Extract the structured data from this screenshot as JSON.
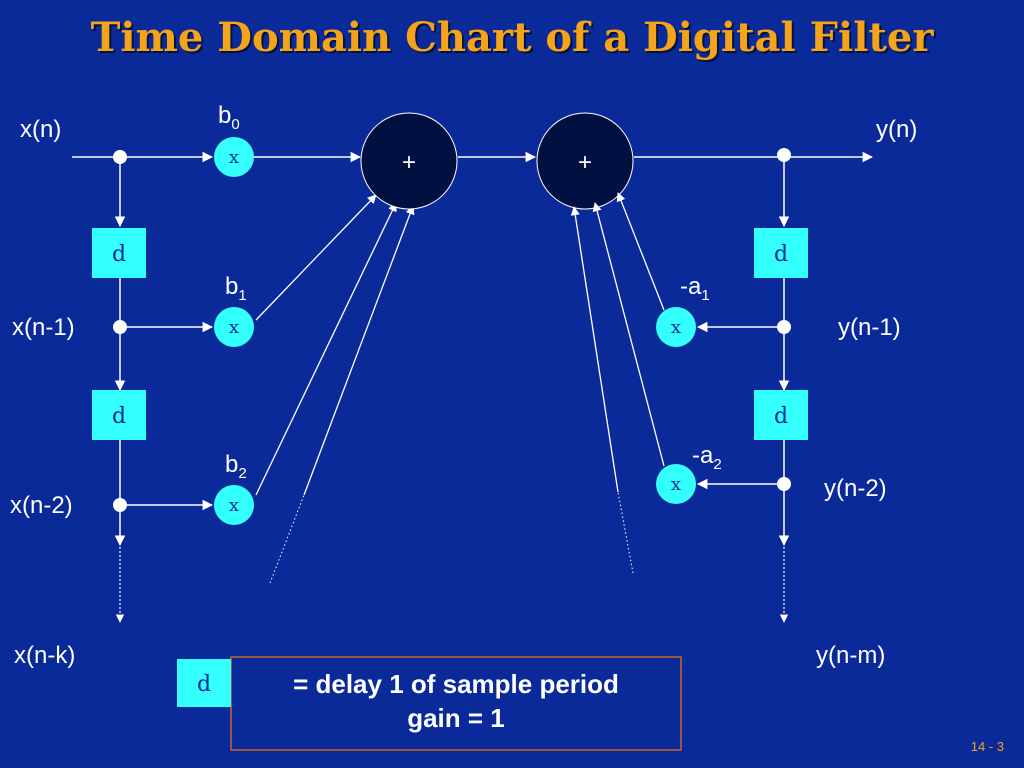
{
  "title": "Time Domain Chart of a Digital Filter",
  "labels": {
    "xn": "x(n)",
    "xn1": "x(n-1)",
    "xn2": "x(n-2)",
    "xnk": "x(n-k)",
    "yn": "y(n)",
    "yn1": "y(n-1)",
    "yn2": "y(n-2)",
    "ynm": "y(n-m)"
  },
  "coefficients": {
    "b0": {
      "base": "b",
      "sub": "0"
    },
    "b1": {
      "base": "b",
      "sub": "1"
    },
    "b2": {
      "base": "b",
      "sub": "2"
    },
    "a1": {
      "base": "-a",
      "sub": "1"
    },
    "a2": {
      "base": "-a",
      "sub": "2"
    }
  },
  "blocks": {
    "delay": "d",
    "multiply": "x",
    "sum": "+"
  },
  "legend": {
    "symbol": "d",
    "line1": "= delay 1 of sample period",
    "line2": "gain = 1"
  },
  "page_number": "14 - 3",
  "colors": {
    "background": "#0b2a9a",
    "title": "#f5a41a",
    "block_fill": "#33ffff",
    "adder_fill": "#001040",
    "legend_border": "#c8642a"
  }
}
